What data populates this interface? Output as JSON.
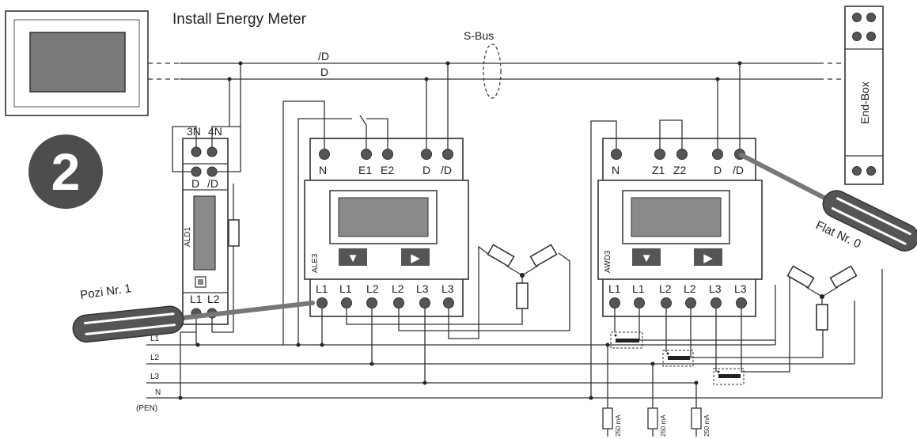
{
  "title": "Install Energy Meter",
  "step_number": "2",
  "bus": {
    "label": "S-Bus",
    "line_nd": "/D",
    "line_d": "D"
  },
  "end_box": {
    "label": "End-Box"
  },
  "ald1": {
    "name": "ALD1",
    "top_terms": [
      "3N",
      "4N"
    ],
    "mid_terms": [
      "D",
      "/D"
    ],
    "bottom_terms": [
      "L1",
      "L2"
    ]
  },
  "ale3": {
    "name": "ALE3",
    "top_terms": [
      "N",
      "E1",
      "E2",
      "D",
      "/D"
    ],
    "bottom_terms": [
      "L1",
      "L1",
      "L2",
      "L2",
      "L3",
      "L3"
    ],
    "btn_down": "▼",
    "btn_right": "▶"
  },
  "awd3": {
    "name": "AWD3",
    "top_terms": [
      "N",
      "Z1",
      "Z2",
      "D",
      "/D"
    ],
    "bottom_terms": [
      "L1",
      "L1",
      "L2",
      "L2",
      "L3",
      "L3"
    ],
    "btn_down": "▼",
    "btn_right": "▶"
  },
  "screwdriver_left": {
    "label": "Pozi Nr. 1"
  },
  "screwdriver_right": {
    "label": "Flat Nr. 0"
  },
  "lines": {
    "l1": "L1",
    "l2": "L2",
    "l3": "L3",
    "n": "N",
    "pen": "(PEN)"
  },
  "fuses": {
    "rating": "250 mA"
  }
}
